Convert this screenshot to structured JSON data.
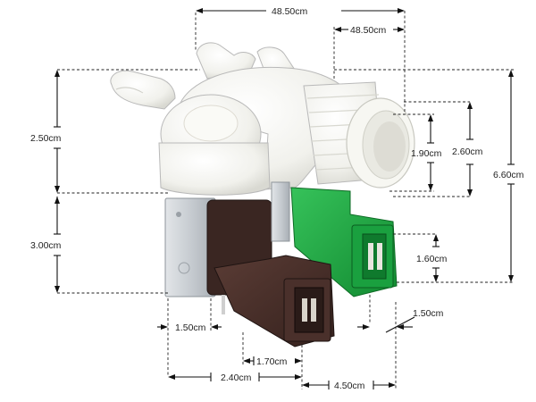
{
  "dimensions": {
    "top_outer_width": "48.50cm",
    "top_inner_width": "48.50cm",
    "left_upper_height": "2.50cm",
    "left_lower_height": "3.00cm",
    "inner_diameter": "1.90cm",
    "outer_diameter": "2.60cm",
    "total_height": "6.60cm",
    "green_connector_height": "1.60cm",
    "green_connector_tab": "1.50cm",
    "left_terminal_offset": "1.50cm",
    "brown_connector_width": "1.70cm",
    "bottom_left_width": "2.40cm",
    "bottom_right_width": "4.50cm"
  },
  "colors": {
    "valve_body": "#f3f3ee",
    "brown_connector": "#4a302b",
    "green_connector": "#1e9a3c",
    "metal_frame": "#c9cdd2",
    "coil_dark": "#3a2622",
    "dimension_line": "#111111"
  }
}
